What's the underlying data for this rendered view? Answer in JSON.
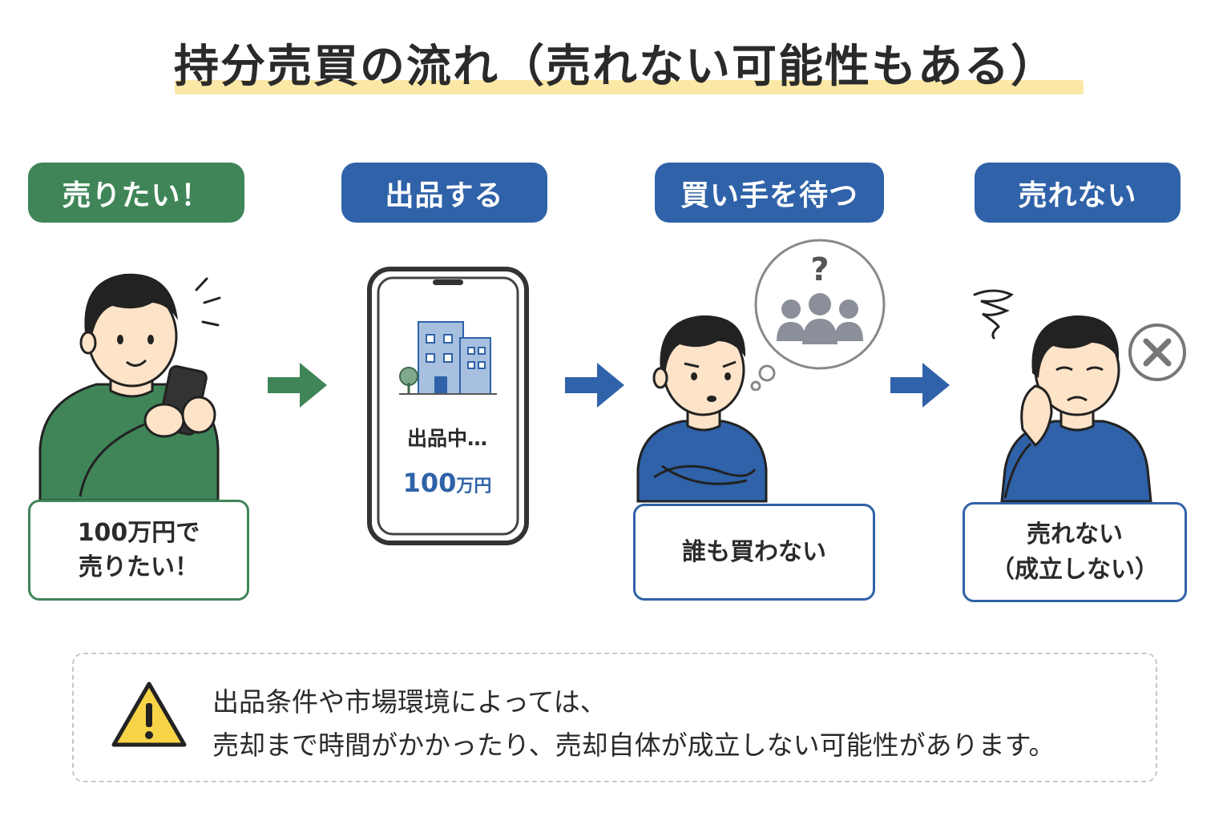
{
  "title": "持分売買の流れ（売れない可能性もある）",
  "steps": [
    {
      "label": "売りたい！",
      "color": "#3f8558",
      "caption_lines": [
        "100万円で",
        "売りたい！"
      ]
    },
    {
      "label": "出品する",
      "color": "#2f62a8",
      "phone_status": "出品中…",
      "phone_price_number": "100",
      "phone_price_unit": "万円"
    },
    {
      "label": "買い手を待つ",
      "color": "#2f62a8",
      "caption_lines": [
        "誰も買わない"
      ],
      "thought_bubble_symbol": "?"
    },
    {
      "label": "売れない",
      "color": "#2f62a8",
      "caption_lines": [
        "売れない",
        "（成立しない）"
      ]
    }
  ],
  "note": {
    "icon": "warning-icon",
    "lines": [
      "出品条件や市場環境によっては、",
      "売却まで時間がかかったり、売却自体が成立しない可能性があります。"
    ]
  }
}
